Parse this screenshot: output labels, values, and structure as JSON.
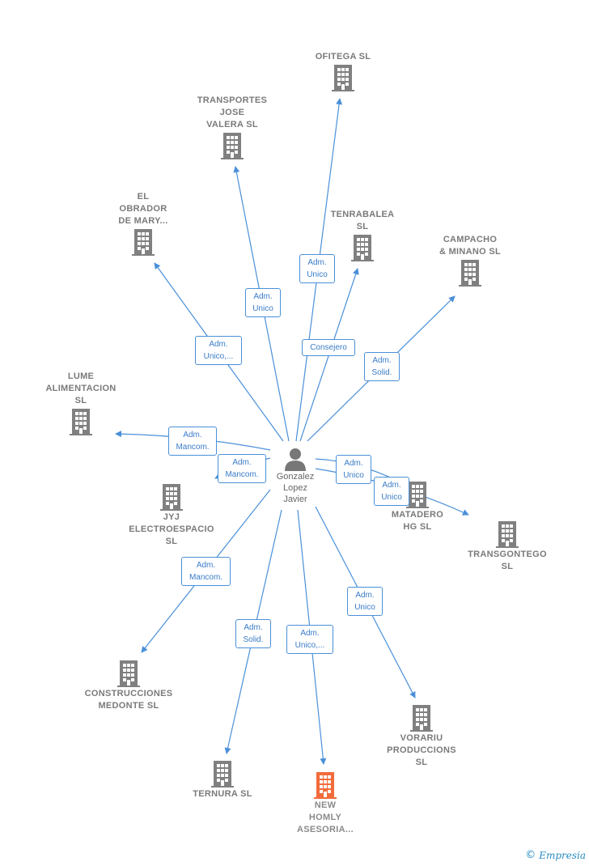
{
  "colors": {
    "edge": "#4a90d9",
    "building": "#808080",
    "highlight": "#f26b3a"
  },
  "person": {
    "name": "Gonzalez\nLopez\nJavier",
    "icon": "person-icon"
  },
  "companies": [
    {
      "id": "ofitega",
      "name": "OFITEGA  SL"
    },
    {
      "id": "transportes",
      "name": "TRANSPORTES\nJOSE\nVALERA  SL"
    },
    {
      "id": "obrador",
      "name": "EL\nOBRADOR\nDE MARY..."
    },
    {
      "id": "tenrabalea",
      "name": "TENRABALEA\nSL"
    },
    {
      "id": "campacho",
      "name": "CAMPACHO\n& MINANO SL"
    },
    {
      "id": "lume",
      "name": "LUME\nALIMENTACION\nSL"
    },
    {
      "id": "jyj",
      "name": "JYJ\nELECTROESPACIO\nSL"
    },
    {
      "id": "matadero",
      "name": "MATADERO\nHG  SL"
    },
    {
      "id": "transgontego",
      "name": "TRANSGONTEGO\nSL"
    },
    {
      "id": "construcciones",
      "name": "CONSTRUCCIONES\nMEDONTE  SL"
    },
    {
      "id": "vorariu",
      "name": "VORARIU\nPRODUCCIONS\nSL"
    },
    {
      "id": "ternura",
      "name": "TERNURA  SL"
    },
    {
      "id": "newhomly",
      "name": "NEW\nHOMLY\nASESORIA...",
      "highlight": true
    }
  ],
  "relations": [
    {
      "id": "r-ofitega",
      "label": "Adm.\nUnico"
    },
    {
      "id": "r-transportes",
      "label": "Adm.\nUnico"
    },
    {
      "id": "r-obrador",
      "label": "Adm.\nUnico,..."
    },
    {
      "id": "r-tenrabalea",
      "label": "Consejero"
    },
    {
      "id": "r-campacho",
      "label": "Adm.\nSolid."
    },
    {
      "id": "r-lume",
      "label": "Adm.\nMancom."
    },
    {
      "id": "r-jyj",
      "label": "Adm.\nMancom."
    },
    {
      "id": "r-matadero",
      "label": "Adm.\nUnico"
    },
    {
      "id": "r-transgontego",
      "label": "Adm.\nUnico"
    },
    {
      "id": "r-construcciones",
      "label": "Adm.\nMancom."
    },
    {
      "id": "r-ternura",
      "label": "Adm.\nSolid."
    },
    {
      "id": "r-newhomly",
      "label": "Adm.\nUnico,..."
    },
    {
      "id": "r-vorariu",
      "label": "Adm.\nUnico"
    }
  ],
  "brand": {
    "copyright": "©",
    "name": "Empresia"
  }
}
